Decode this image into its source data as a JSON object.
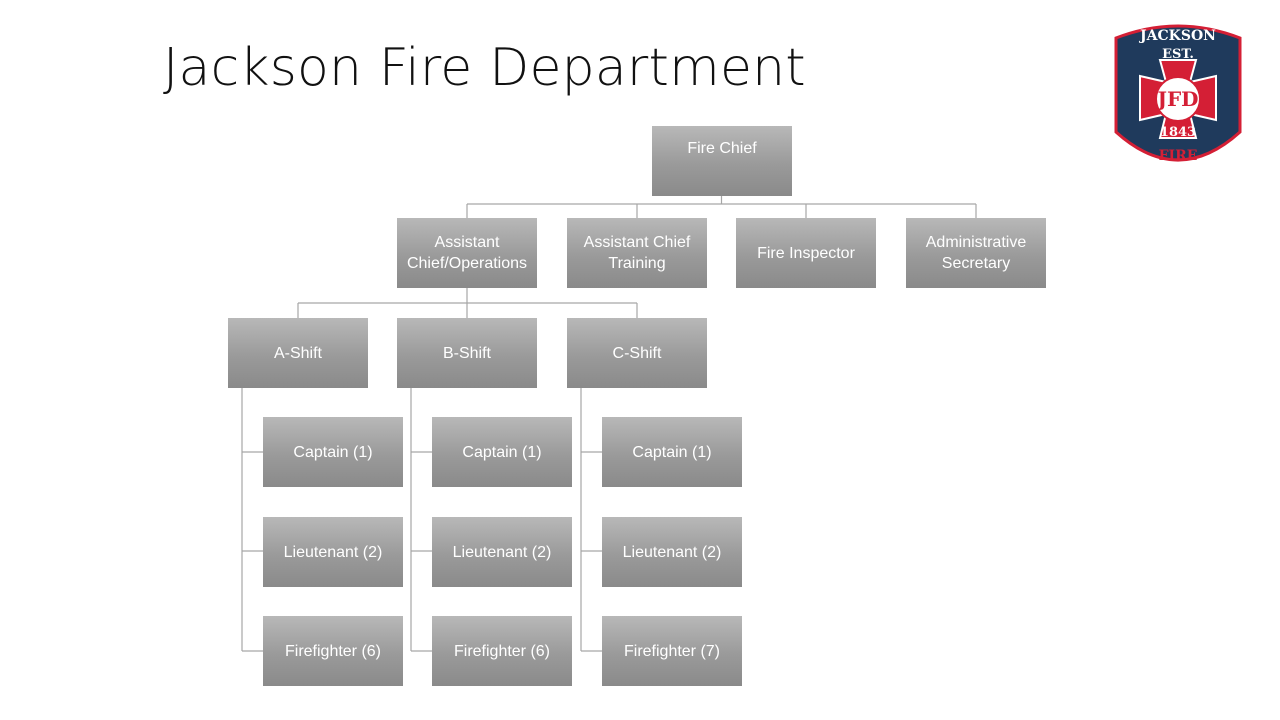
{
  "slide": {
    "title": "Jackson Fire Department"
  },
  "logo": {
    "top_text": "JACKSON",
    "est": "EST.",
    "initials": "JFD",
    "year": "1843",
    "bottom_text": "FIRE",
    "colors": {
      "navy": "#1f3a5c",
      "red": "#d41f35",
      "white": "#ffffff"
    }
  },
  "org": {
    "chief": "Fire Chief",
    "level2": [
      "Assistant Chief/Operations",
      "Assistant Chief Training",
      "Fire Inspector",
      "Administrative Secretary"
    ],
    "shifts": [
      {
        "name": "A-Shift",
        "roles": [
          "Captain (1)",
          "Lieutenant (2)",
          "Firefighter (6)"
        ]
      },
      {
        "name": "B-Shift",
        "roles": [
          "Captain (1)",
          "Lieutenant (2)",
          "Firefighter (6)"
        ]
      },
      {
        "name": "C-Shift",
        "roles": [
          "Captain (1)",
          "Lieutenant (2)",
          "Firefighter (7)"
        ]
      }
    ]
  }
}
